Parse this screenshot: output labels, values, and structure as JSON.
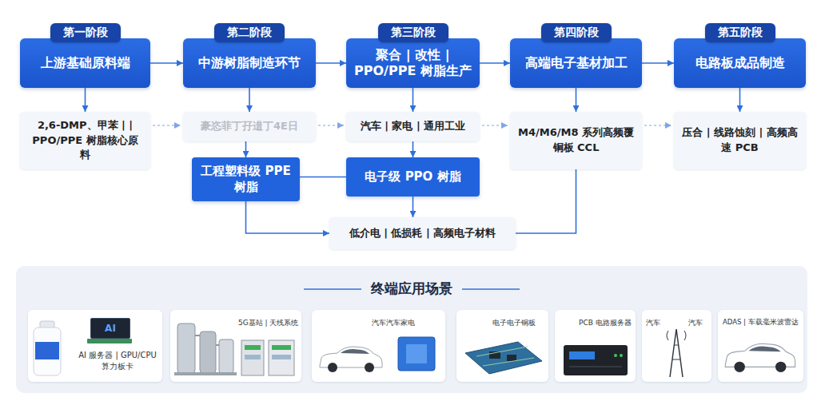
{
  "diagram": {
    "nodes": [
      {
        "text": [
          "第一阶段",
          "上游基础原料端"
        ]
      },
      {
        "text": [
          "第二阶段",
          "中游树脂制造环节"
        ]
      },
      {
        "text": [
          "第三阶段",
          "聚合 | 改性 | PPO/PPE 树脂生产"
        ]
      },
      {
        "text": [
          "第四阶段",
          "高端电子基材加工"
        ]
      },
      {
        "text": [
          "第五阶段",
          "电路板成品制造"
        ]
      },
      {
        "text": [
          "2,6-DMP、甲苯 | | PPO/PPE 树脂核心原料"
        ]
      },
      {
        "text": [
          "豪恣菲丁孖逪丁4E日"
        ]
      },
      {
        "text": [
          "汽车 | 家电 | 通用工业"
        ]
      },
      {
        "text": [
          "M4/M6/M8 系列高频覆铜板 CCL"
        ]
      },
      {
        "text": [
          "压合 | 线路蚀刻 | 高频高速 PCB"
        ]
      },
      {
        "text": [
          "工程塑料级 PPE 树脂"
        ]
      },
      {
        "text": [
          "电子级 PPO 树脂"
        ]
      },
      {
        "text": [
          "低介电 | 低损耗 | 高频电子材料"
        ]
      },
      {
        "text": [
          "终端应用场景"
        ]
      },
      {
        "text": [
          "AI",
          "AI 服务器 | GPU/CPU 算力板卡"
        ],
        "in": 13
      },
      {
        "text": [
          "5G基站 | 天线系统"
        ],
        "in": 13
      },
      {
        "text": [
          "汽车汽车家电"
        ],
        "in": 13
      },
      {
        "text": [
          "电子电子铜板"
        ],
        "in": 13
      },
      {
        "text": [
          "PCB 电路服务器"
        ],
        "in": 13
      },
      {
        "text": [
          "汽车",
          "汽车"
        ],
        "in": 13
      },
      {
        "text": [
          "ADAS | 车载毫米波雷达"
        ],
        "in": 13
      }
    ],
    "edges": [
      {
        "from": 0,
        "to": 1,
        "arrow": "to"
      },
      {
        "from": 1,
        "to": 2,
        "arrow": "to"
      },
      {
        "from": 2,
        "to": 3,
        "arrow": "to"
      },
      {
        "from": 3,
        "to": 4,
        "arrow": "to"
      },
      {
        "from": 0,
        "to": 5,
        "arrow": "to"
      },
      {
        "from": 1,
        "to": 6,
        "arrow": "to"
      },
      {
        "from": 2,
        "to": 7,
        "arrow": "to"
      },
      {
        "from": 3,
        "to": 8,
        "arrow": "to"
      },
      {
        "from": 4,
        "to": 9,
        "arrow": "to"
      },
      {
        "from": 5,
        "to": 6,
        "arrow": "to"
      },
      {
        "from": 6,
        "to": 7,
        "arrow": "to"
      },
      {
        "from": 7,
        "to": 8,
        "arrow": "to"
      },
      {
        "from": 8,
        "to": 9,
        "arrow": "to"
      },
      {
        "from": 6,
        "to": 10,
        "arrow": "to"
      },
      {
        "from": 7,
        "to": 11,
        "arrow": "to"
      },
      {
        "from": 10,
        "to": 11,
        "arrow": "none"
      },
      {
        "from": 11,
        "to": 12,
        "arrow": "to"
      },
      {
        "from": 10,
        "to": 12,
        "arrow": "to"
      },
      {
        "from": 8,
        "to": 12,
        "arrow": "none"
      }
    ]
  }
}
